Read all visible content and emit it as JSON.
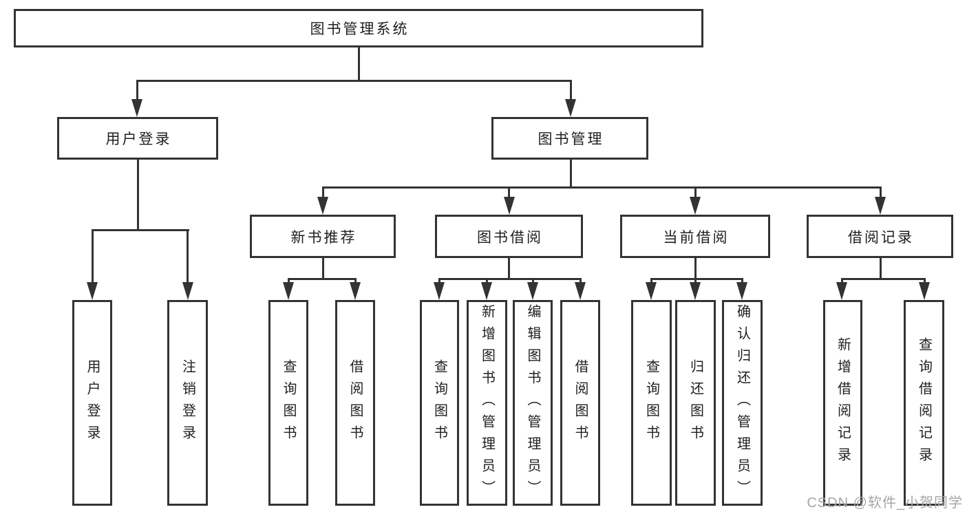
{
  "diagram": {
    "root": {
      "label": "图书管理系统"
    },
    "level2": [
      {
        "label": "用户登录"
      },
      {
        "label": "图书管理"
      }
    ],
    "level3": [
      {
        "label": "新书推荐"
      },
      {
        "label": "图书借阅"
      },
      {
        "label": "当前借阅"
      },
      {
        "label": "借阅记录"
      }
    ],
    "leaves": {
      "user_login": [
        {
          "label": "用户登录"
        },
        {
          "label": "注销登录"
        }
      ],
      "new_book": [
        {
          "label": "查询图书"
        },
        {
          "label": "借阅图书"
        }
      ],
      "book_borrow": [
        {
          "label": "查询图书"
        },
        {
          "label": "新增图书（管理员）"
        },
        {
          "label": "编辑图书（管理员）"
        },
        {
          "label": "借阅图书"
        }
      ],
      "current_borrow": [
        {
          "label": "查询图书"
        },
        {
          "label": "归还图书"
        },
        {
          "label": "确认归还（管理员）"
        }
      ],
      "borrow_records": [
        {
          "label": "新增借阅记录"
        },
        {
          "label": "查询借阅记录"
        }
      ]
    }
  },
  "watermark": {
    "text": "CSDN @软件_小贺同学"
  },
  "colors": {
    "line_color": "#333333",
    "text_color": "#1f1f1f",
    "watermark_color": "#a6a6a6",
    "background_color": "#ffffff"
  }
}
